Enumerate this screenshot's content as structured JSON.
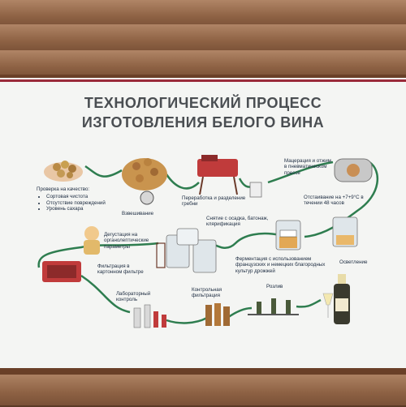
{
  "poster": {
    "title_line1": "ТЕХНОЛОГИЧЕСКИЙ ПРОЦЕСС",
    "title_line2": "ИЗГОТОВЛЕНИЯ БЕЛОГО ВИНА",
    "quality_check_title": "Проверка на качество:",
    "quality_checks": [
      "Сортовая чистота",
      "Отсутствие повреждений",
      "Уровень сахара"
    ],
    "weighing": "Взвешивание",
    "processing": "Переработка и разделение гребни",
    "maceration": "Мацерация и отжим в пневматическом прессе",
    "settling": "Отстаивание на +7+9°С в течении 48 часов",
    "racking": "Снятие с осадка, батонаж, клярификация",
    "tasting": "Дегустация на органолептические параметры",
    "fermentation": "Ферментация с использованием французских и немецких благородных культур дрожжей",
    "clarification": "Осветление",
    "filtration": "Фильтрация в картонном фильтре",
    "lab": "Лабораторный контроль",
    "control_filtration": "Контрольная фильтрация",
    "bottling": "Розлив"
  },
  "colors": {
    "flow_line": "#2e7d4f",
    "accent_red": "#9a2b3a",
    "title": "#4a4e52"
  }
}
